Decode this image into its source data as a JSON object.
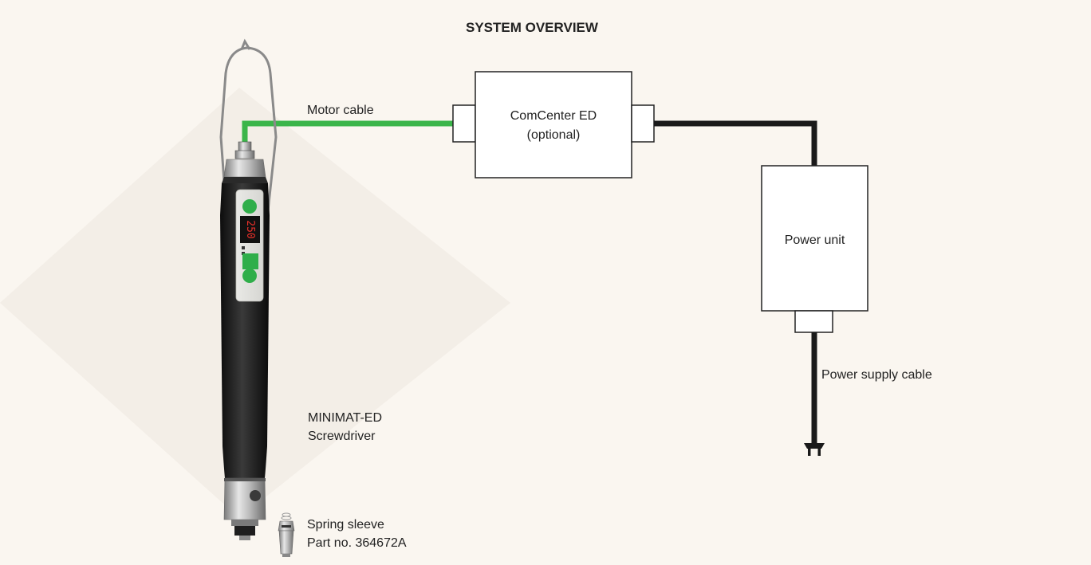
{
  "title": "SYSTEM OVERVIEW",
  "labels": {
    "motor_cable": "Motor cable",
    "comcenter": "ComCenter ED",
    "comcenter_note": "(optional)",
    "power_unit": "Power unit",
    "power_cable": "Power supply cable",
    "screwdriver_line1": "MINIMAT-ED",
    "screwdriver_line2": "Screwdriver",
    "spring_line1": "Spring sleeve",
    "spring_line2": "Part no. 364672A"
  },
  "display_digits": "250",
  "colors": {
    "background": "#faf6f0",
    "motor_cable": "#3bb54a",
    "power_cable": "#1a1a1a",
    "handle": "#1e1e1e",
    "button_green": "#2fae4a",
    "display_digits": "#e8302a"
  },
  "icons": {
    "plug": "power-plug-icon",
    "hanger": "wire-hanger-icon"
  }
}
